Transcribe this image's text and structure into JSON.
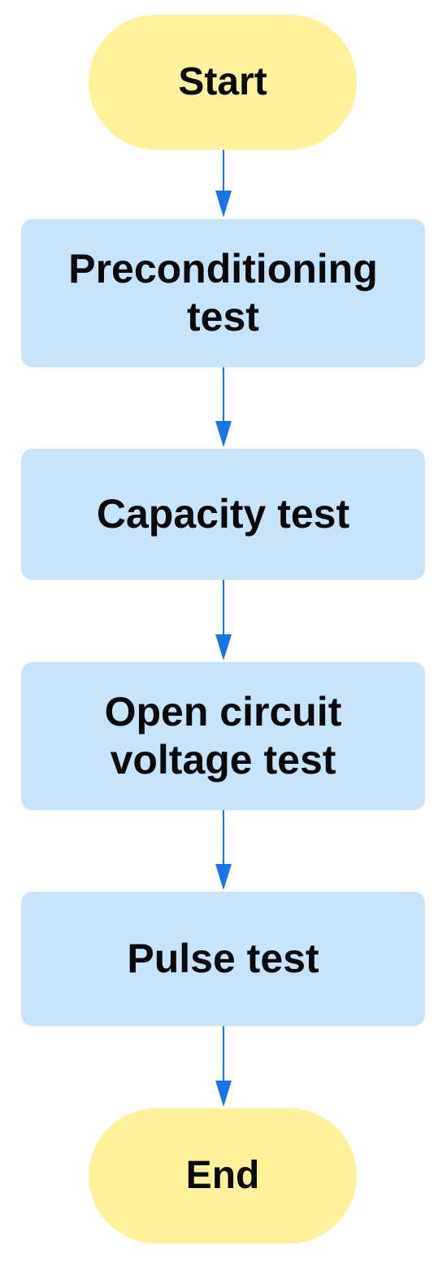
{
  "flowchart": {
    "start_label": "Start",
    "steps": [
      {
        "label": "Preconditioning\ntest"
      },
      {
        "label": "Capacity test"
      },
      {
        "label": "Open circuit\nvoltage test"
      },
      {
        "label": "Pulse test"
      }
    ],
    "end_label": "End"
  },
  "colors": {
    "terminal_fill": "#fdf29b",
    "process_fill": "#c7e4fb",
    "connector": "#1a73e8",
    "text": "#0a0a0a"
  }
}
